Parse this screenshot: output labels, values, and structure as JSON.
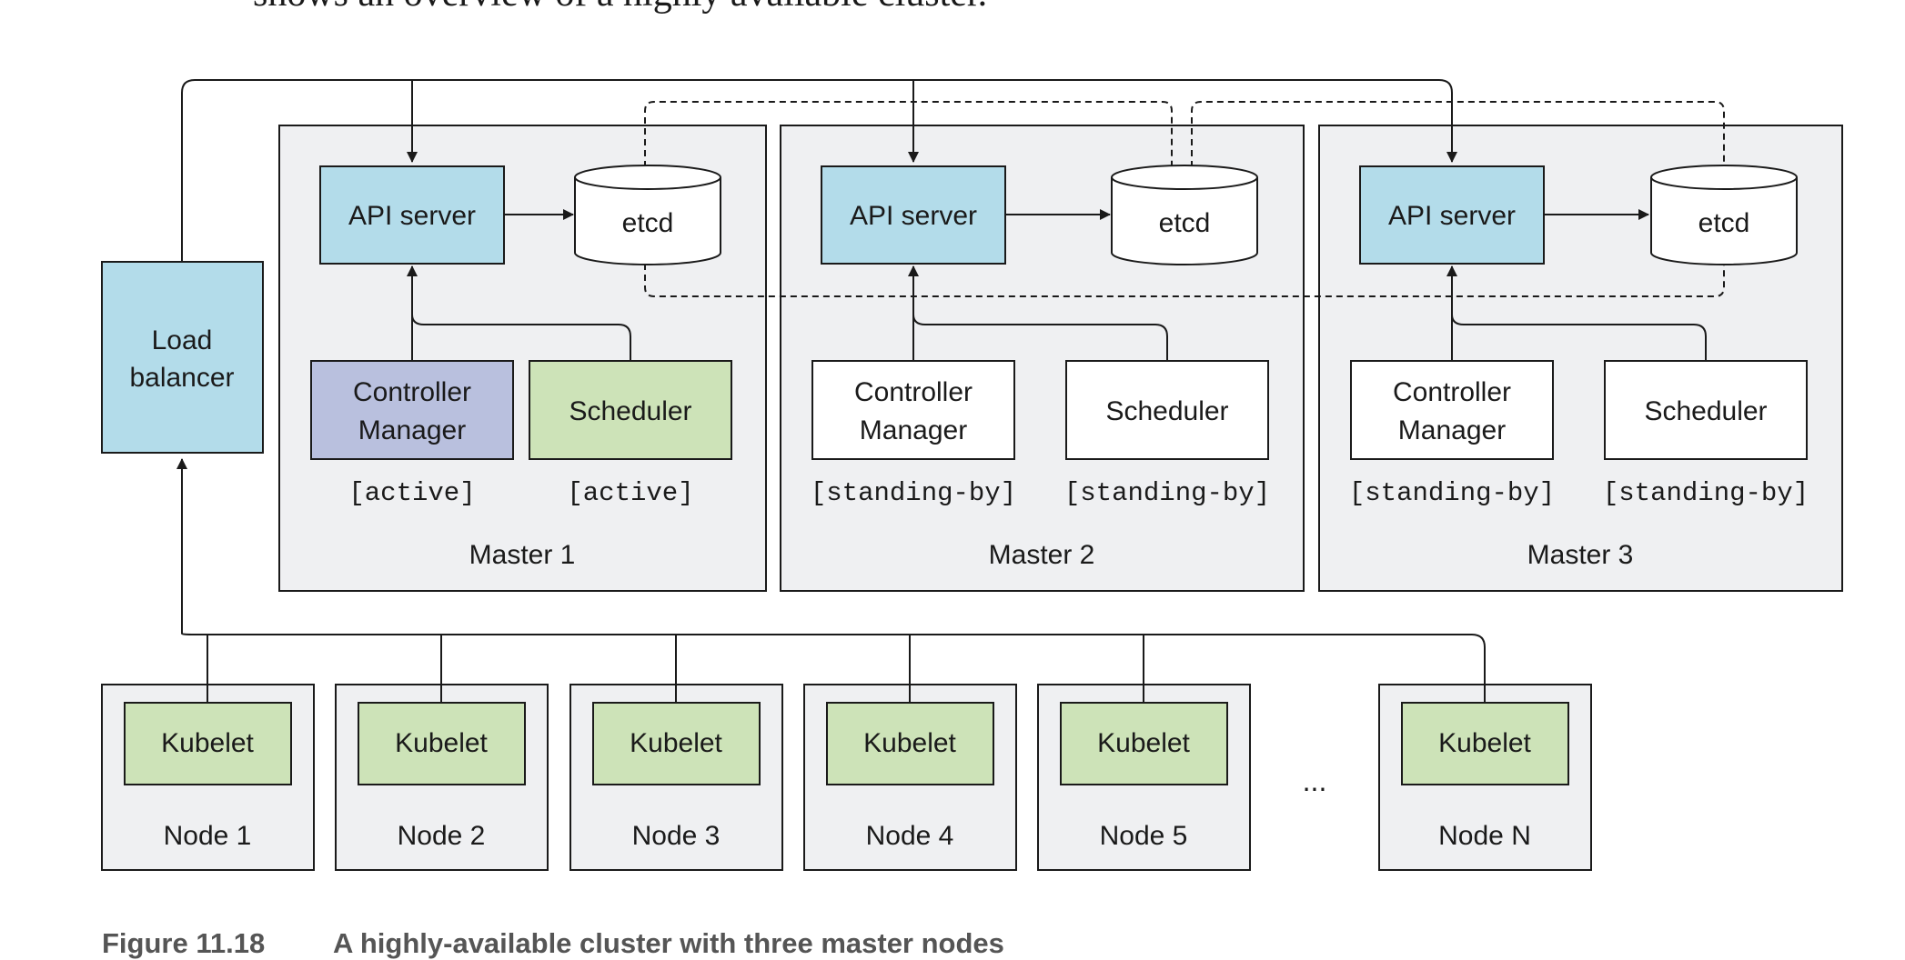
{
  "intro_text": "shows an overview of a highly available cluster.",
  "load_balancer": {
    "line1": "Load",
    "line2": "balancer"
  },
  "masters": [
    {
      "label": "Master 1",
      "api": "API server",
      "etcd": "etcd",
      "cm1": "Controller",
      "cm2": "Manager",
      "sched": "Scheduler",
      "cm_status": "[active]",
      "sched_status": "[active]"
    },
    {
      "label": "Master 2",
      "api": "API server",
      "etcd": "etcd",
      "cm1": "Controller",
      "cm2": "Manager",
      "sched": "Scheduler",
      "cm_status": "[standing-by]",
      "sched_status": "[standing-by]"
    },
    {
      "label": "Master 3",
      "api": "API server",
      "etcd": "etcd",
      "cm1": "Controller",
      "cm2": "Manager",
      "sched": "Scheduler",
      "cm_status": "[standing-by]",
      "sched_status": "[standing-by]"
    }
  ],
  "nodes": [
    {
      "label": "Node 1",
      "kubelet": "Kubelet"
    },
    {
      "label": "Node 2",
      "kubelet": "Kubelet"
    },
    {
      "label": "Node 3",
      "kubelet": "Kubelet"
    },
    {
      "label": "Node 4",
      "kubelet": "Kubelet"
    },
    {
      "label": "Node 5",
      "kubelet": "Kubelet"
    },
    {
      "label": "Node N",
      "kubelet": "Kubelet"
    }
  ],
  "ellipsis": "...",
  "caption": {
    "number": "Figure 11.18",
    "text": "A highly-available cluster with three master nodes"
  },
  "colors": {
    "api_fill": "#b3dcea",
    "lb_fill": "#b3dcea",
    "cm_active_fill": "#b9c0de",
    "sched_active_fill": "#cde3b8",
    "kubelet_fill": "#cde3b8",
    "panel_fill": "#eff0f2"
  }
}
